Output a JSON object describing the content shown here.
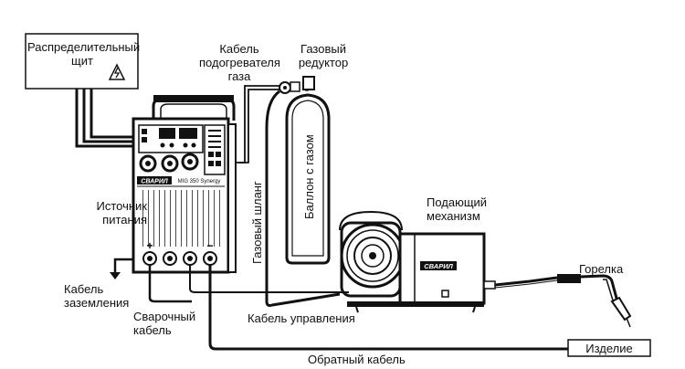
{
  "labels": {
    "distribution_panel": [
      "Распределительный",
      "щит"
    ],
    "heater_cable": [
      "Кабель",
      "подогревателя",
      "газа"
    ],
    "gas_regulator": [
      "Газовый",
      "редуктор"
    ],
    "power_source": [
      "Источник",
      "питания"
    ],
    "gas_cylinder": "Баллон с газом",
    "gas_hose": "Газовый шланг",
    "wire_feeder": [
      "Подающий",
      "механизм"
    ],
    "torch": "Горелка",
    "ground_cable": [
      "Кабель",
      "заземления"
    ],
    "welding_cable": [
      "Сварочный",
      "кабель"
    ],
    "control_cable": "Кабель управления",
    "return_cable": "Обратный кабель",
    "workpiece": "Изделие"
  },
  "brand": {
    "name": "СВАРИЛ",
    "model": "MIG 350 Synergy",
    "feeder_brand": "СВАРИЛ"
  },
  "terminals": {
    "plus": "+",
    "minus": "−"
  },
  "colors": {
    "line": "#111111",
    "background": "#ffffff"
  }
}
